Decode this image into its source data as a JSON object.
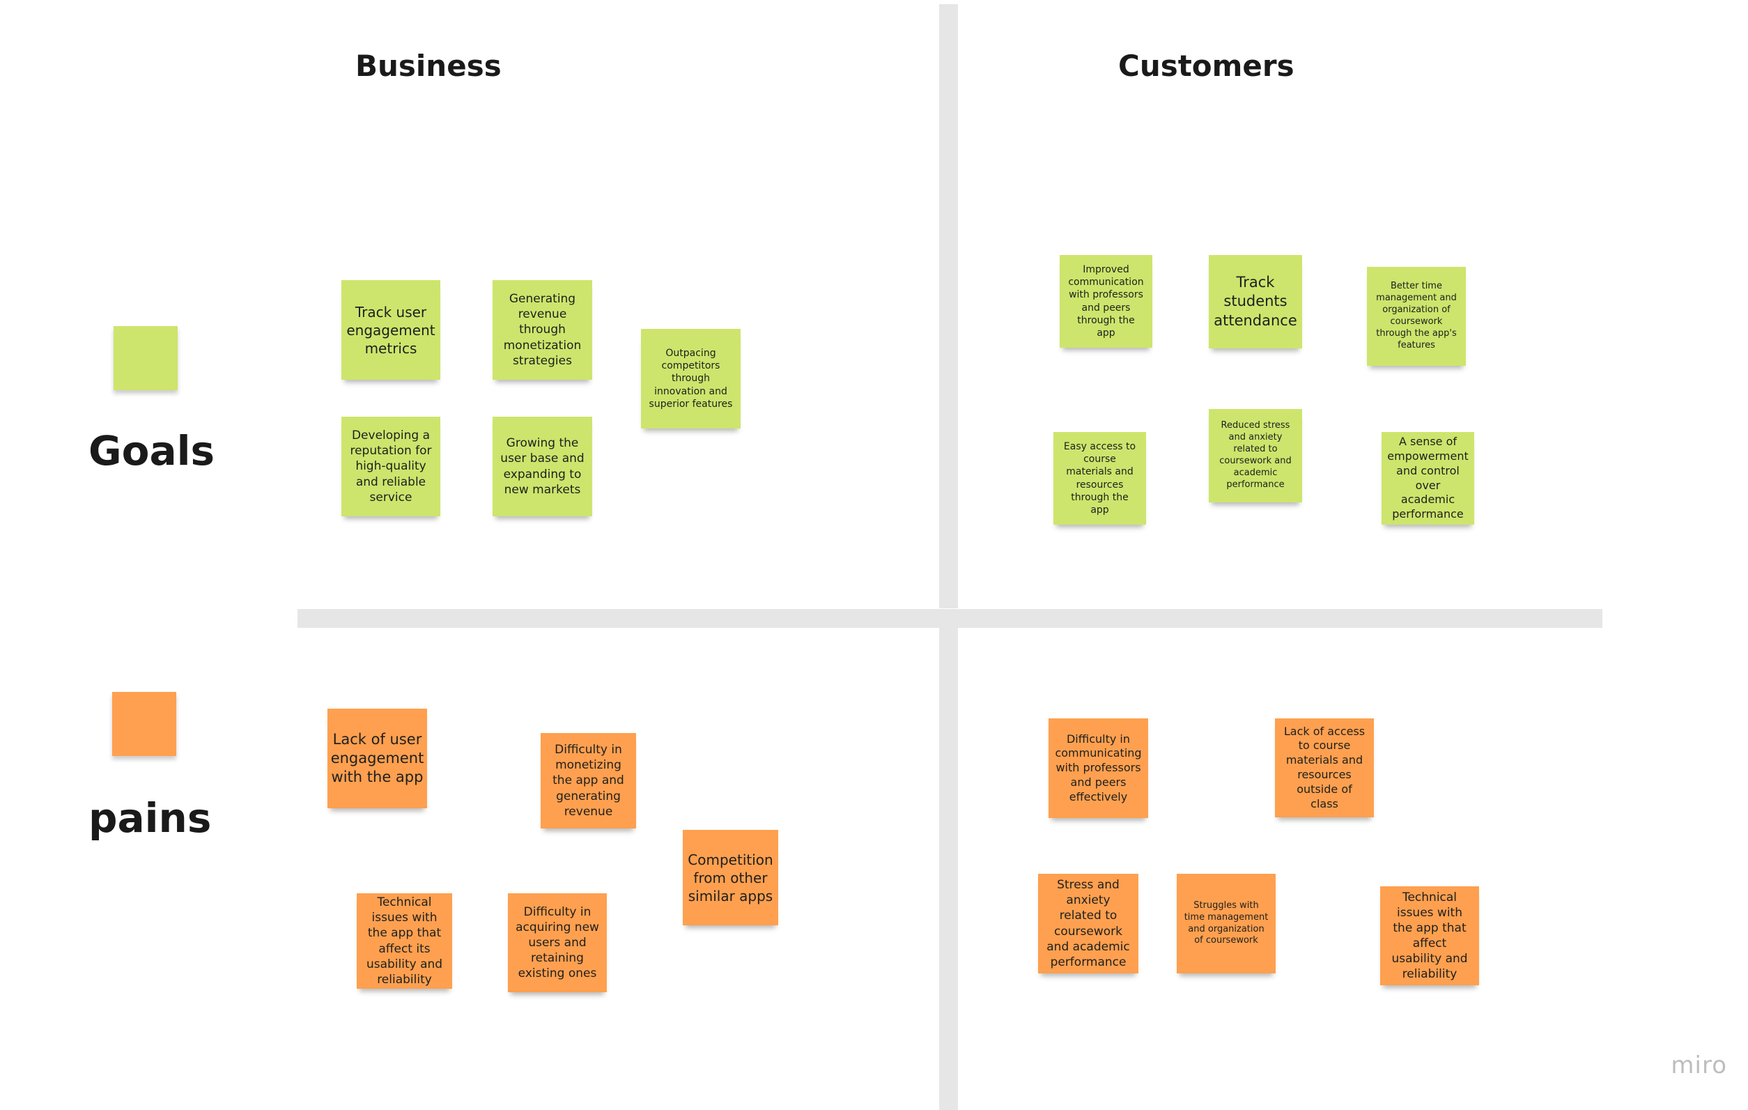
{
  "colors": {
    "goal_note": "#cde56c",
    "pain_note": "#fea04f",
    "divider": "#e6e6e6"
  },
  "columns": {
    "business": "Business",
    "customers": "Customers"
  },
  "rows": {
    "goals": "Goals",
    "pains": "pains"
  },
  "notes": {
    "business_goals": [
      "Track user engagement metrics",
      "Generating revenue through monetization strategies",
      "Outpacing competitors through innovation and superior features",
      "Developing a reputation for high-quality and reliable service",
      "Growing the user base and expanding to new markets"
    ],
    "customer_goals": [
      "Improved communication with professors and peers through the app",
      "Track students attendance",
      "Better time management and organization of coursework through the app's features",
      "Easy access to course materials and resources through the app",
      "Reduced stress and anxiety related to coursework and academic performance",
      "A sense of empowerment and control over academic performance"
    ],
    "business_pains": [
      "Lack of user engagement with the app",
      "Difficulty in monetizing the app and generating revenue",
      "Competition from other similar apps",
      "Technical issues with the app that affect its usability and reliability",
      "Difficulty in acquiring new users and retaining existing ones"
    ],
    "customer_pains": [
      "Difficulty in communicating with professors and peers effectively",
      "Lack of access to course materials and resources outside of class",
      "Stress and anxiety related to coursework and academic performance",
      "Struggles with time management and organization of coursework",
      "Technical issues with the app that affect usability and reliability"
    ]
  },
  "brand": "miro"
}
